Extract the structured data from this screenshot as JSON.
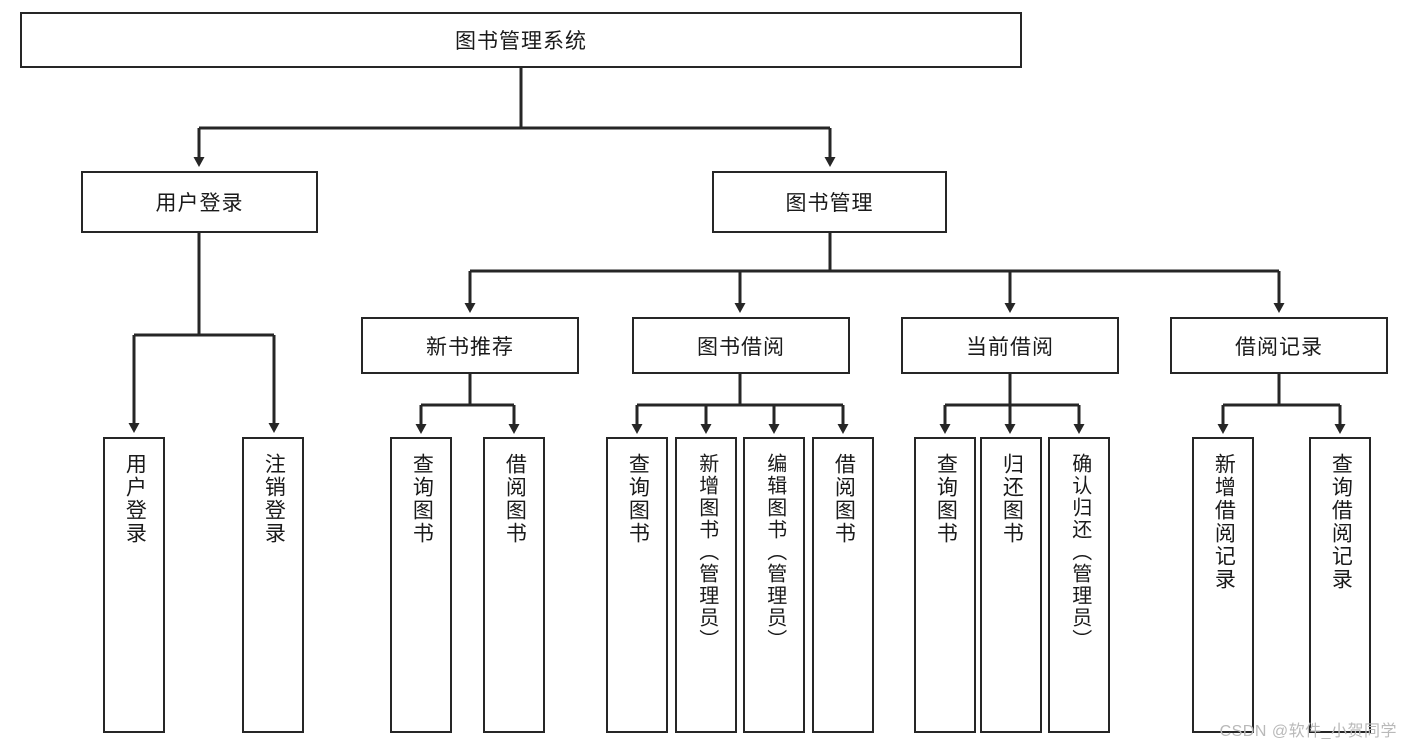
{
  "diagram": {
    "type": "tree-hierarchy",
    "title": "图书管理系统",
    "root": {
      "label": "图书管理系统"
    },
    "level1": [
      {
        "id": "user-login",
        "label": "用户登录"
      },
      {
        "id": "book-manage",
        "label": "图书管理"
      }
    ],
    "level2": [
      {
        "id": "new-book-recommend",
        "label": "新书推荐",
        "parent": "book-manage"
      },
      {
        "id": "book-borrow",
        "label": "图书借阅",
        "parent": "book-manage"
      },
      {
        "id": "current-borrow",
        "label": "当前借阅",
        "parent": "book-manage"
      },
      {
        "id": "borrow-record",
        "label": "借阅记录",
        "parent": "book-manage"
      }
    ],
    "leaves": {
      "user-login": [
        {
          "id": "leaf-user-login",
          "label": "用户登录"
        },
        {
          "id": "leaf-user-logout",
          "label": "注销登录"
        }
      ],
      "new-book-recommend": [
        {
          "id": "leaf-query-book-1",
          "label": "查询图书"
        },
        {
          "id": "leaf-borrow-book-1",
          "label": "借阅图书"
        }
      ],
      "book-borrow": [
        {
          "id": "leaf-query-book-2",
          "label": "查询图书"
        },
        {
          "id": "leaf-add-book",
          "label": "新增图书（管理员）"
        },
        {
          "id": "leaf-edit-book",
          "label": "编辑图书（管理员）"
        },
        {
          "id": "leaf-borrow-book-2",
          "label": "借阅图书"
        }
      ],
      "current-borrow": [
        {
          "id": "leaf-query-book-3",
          "label": "查询图书"
        },
        {
          "id": "leaf-return-book",
          "label": "归还图书"
        },
        {
          "id": "leaf-confirm-return",
          "label": "确认归还（管理员）"
        }
      ],
      "borrow-record": [
        {
          "id": "leaf-add-record",
          "label": "新增借阅记录"
        },
        {
          "id": "leaf-query-record",
          "label": "查询借阅记录"
        }
      ]
    },
    "colors": {
      "stroke": "#262626",
      "background": "#ffffff",
      "text": "#1a1a1a",
      "watermark": "#b9b9b9"
    }
  },
  "watermark": {
    "text": "CSDN @软件_小贺同学"
  }
}
